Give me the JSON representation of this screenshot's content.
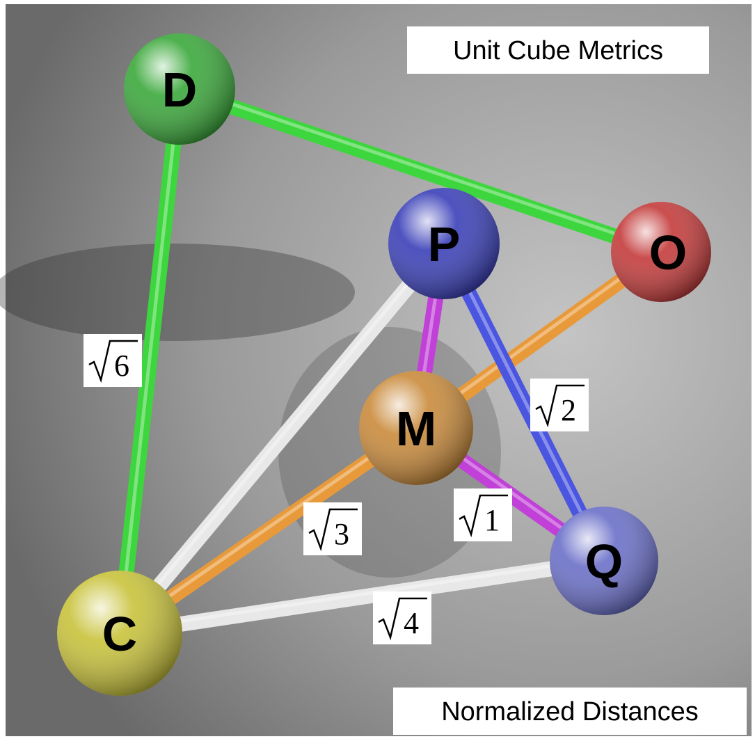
{
  "title": "Unit Cube Metrics",
  "footer": "Normalized Distances",
  "nodes": [
    {
      "id": "D",
      "label": "D",
      "color": "#3aa83a"
    },
    {
      "id": "P",
      "label": "P",
      "color": "#3a3fb8"
    },
    {
      "id": "O",
      "label": "O",
      "color": "#c43a3a"
    },
    {
      "id": "M",
      "label": "M",
      "color": "#c98a3a"
    },
    {
      "id": "Q",
      "label": "Q",
      "color": "#6a6fc8"
    },
    {
      "id": "C",
      "label": "C",
      "color": "#c8c23a"
    }
  ],
  "edges": [
    {
      "from": "D",
      "to": "O",
      "color": "#3ed63e"
    },
    {
      "from": "D",
      "to": "C",
      "color": "#3ed63e",
      "label": "6"
    },
    {
      "from": "P",
      "to": "C",
      "color": "#e8e8e8"
    },
    {
      "from": "C",
      "to": "Q",
      "color": "#e8e8e8",
      "label": "4"
    },
    {
      "from": "C",
      "to": "M",
      "color": "#e89a3a",
      "label": "3"
    },
    {
      "from": "M",
      "to": "O",
      "color": "#e89a3a"
    },
    {
      "from": "P",
      "to": "Q",
      "color": "#4a55e0",
      "label": "2"
    },
    {
      "from": "P",
      "to": "M",
      "color": "#c040d8"
    },
    {
      "from": "M",
      "to": "Q",
      "color": "#c040d8",
      "label": "1"
    }
  ]
}
